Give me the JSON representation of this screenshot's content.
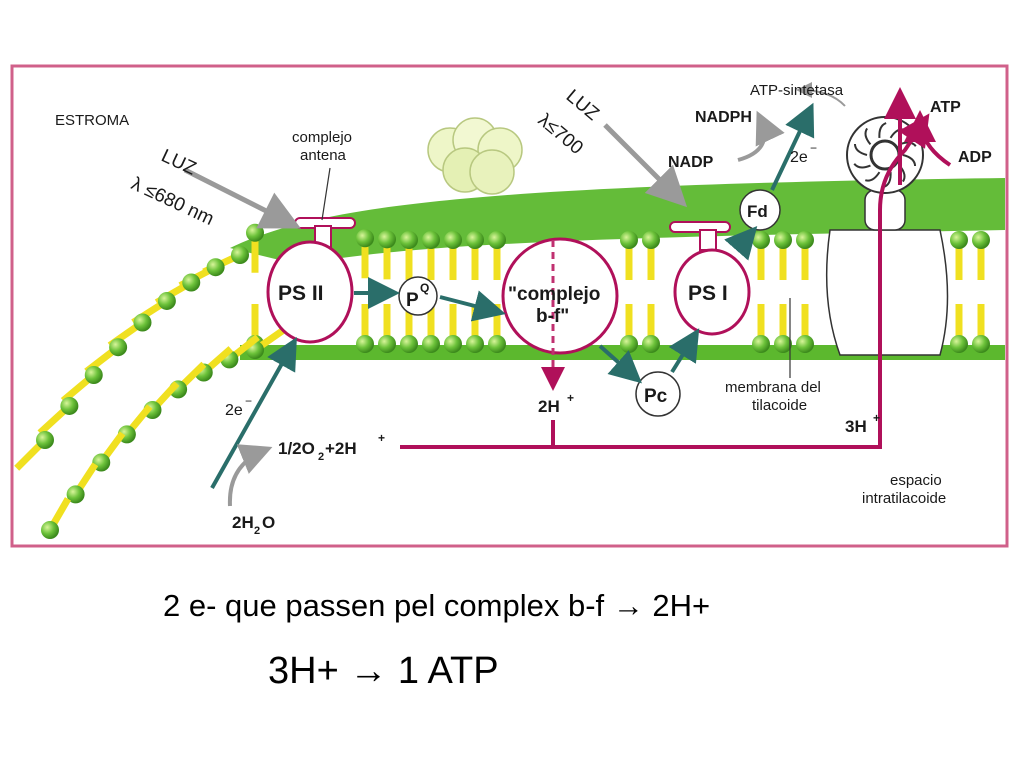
{
  "labels": {
    "estroma": "ESTROMA",
    "complejo_antena_1": "complejo",
    "complejo_antena_2": "antena",
    "luz_left": "LUZ",
    "lambda_left": "λ ≤680 nm",
    "luz_right": "LUZ",
    "lambda_right": "λ≤700",
    "atp_sintetasa": "ATP-sintetasa",
    "nadph": "NADPH",
    "nadp": "NADP",
    "two_e_top": "2e",
    "atp": "ATP",
    "adp": "ADP",
    "fd": "Fd",
    "ps2": "PS II",
    "pq": "P",
    "pq_sup": "Q",
    "complejo_bf_1": "\"complejo",
    "complejo_bf_2": "b-f\"",
    "ps1": "PS I",
    "pc": "Pc",
    "two_h_plus": "2H",
    "membrana_1": "membrana del",
    "membrana_2": "tilacoide",
    "three_h_plus": "3H",
    "two_e_left": "2e",
    "half_o2": "1/2O",
    "plus_2h": " +2H",
    "two_h2o_a": "2H",
    "two_h2o_b": "O",
    "espacio_1": "espacio",
    "espacio_2": "intratilacoide"
  },
  "captions": {
    "line1": "2 e- que passen pel complex b-f → 2H+",
    "line2": "3H+ → 1 ATP"
  },
  "colors": {
    "frame": "#d0608a",
    "membrane_green": "#5cb82e",
    "head_highlight": "#b6e86a",
    "tail_yellow": "#f0e020",
    "crimson": "#b0105a",
    "arrow_teal": "#2a6e6a",
    "stroma_bg": "#ffffff"
  }
}
